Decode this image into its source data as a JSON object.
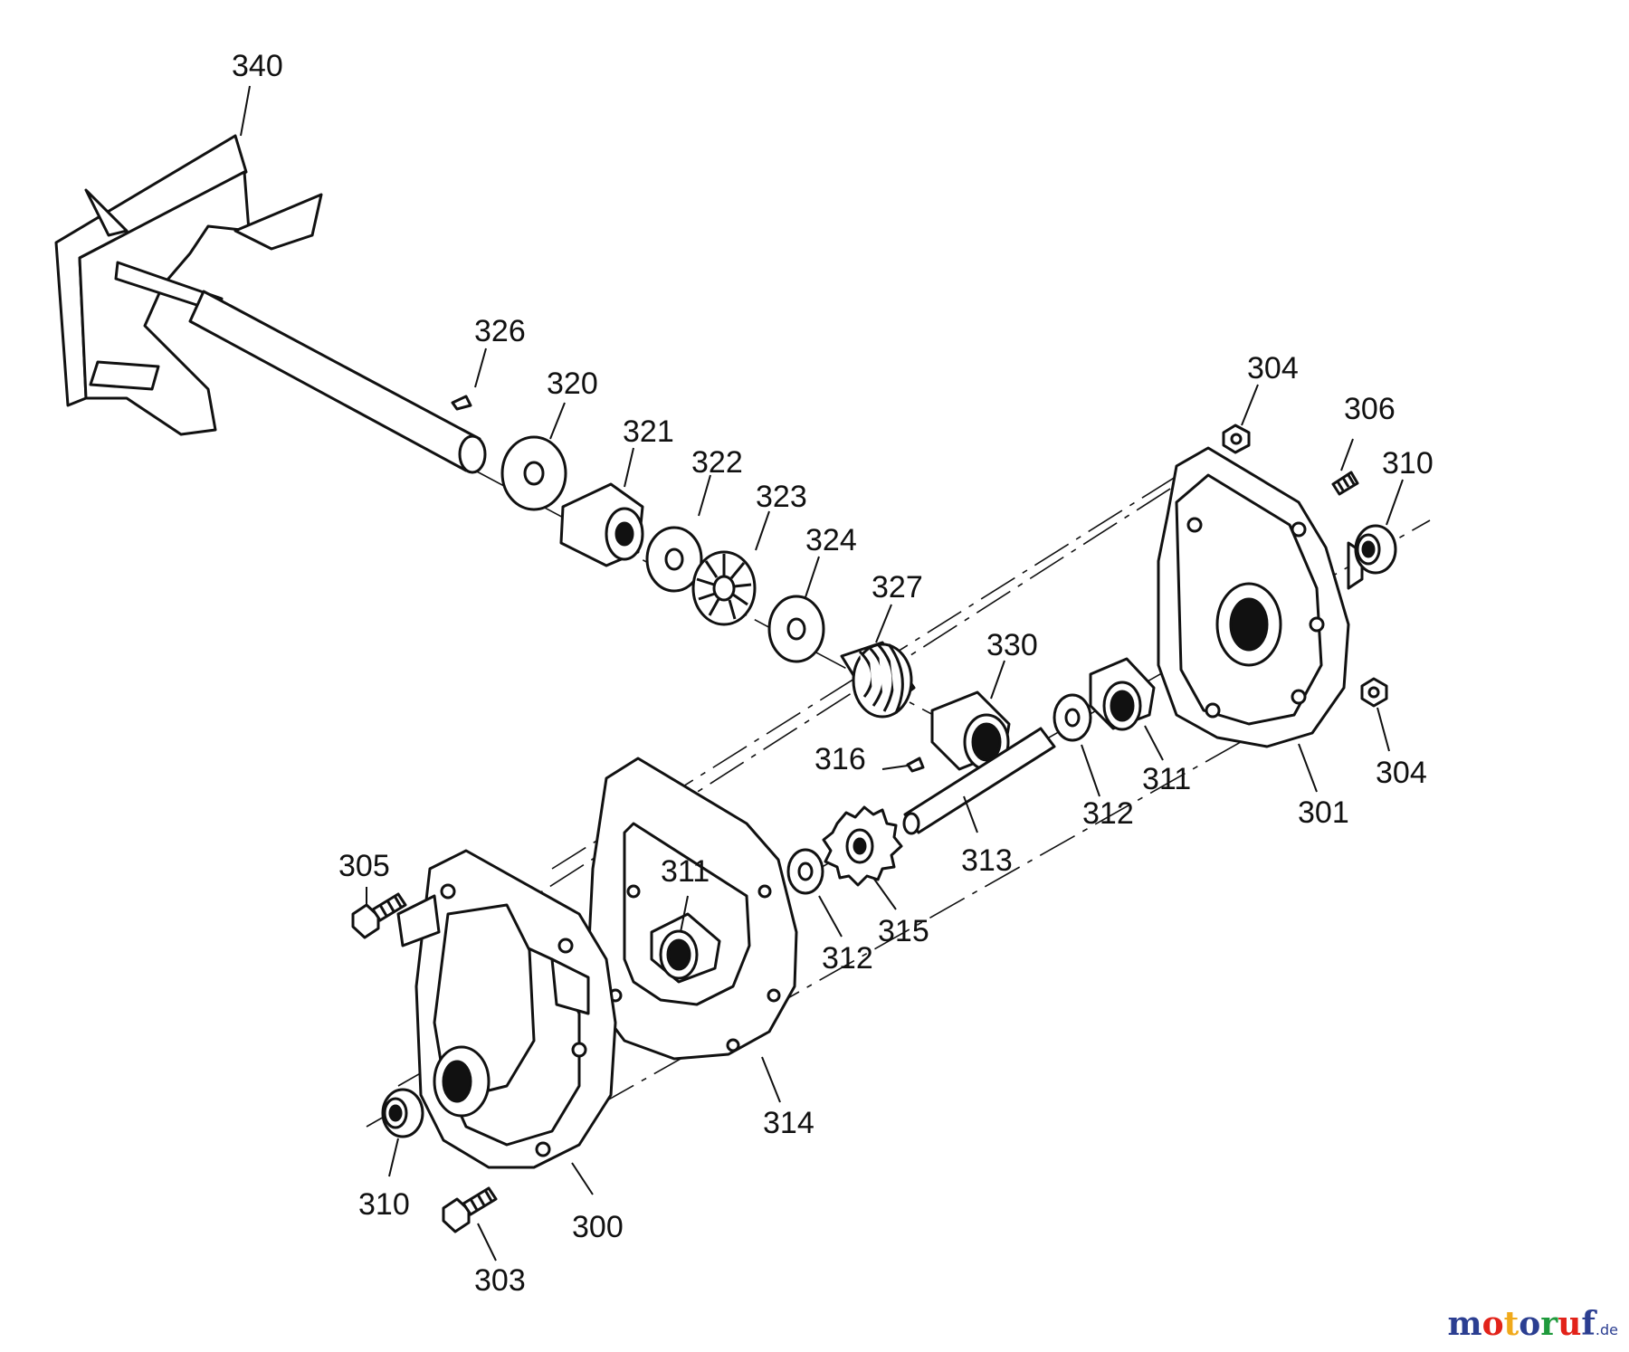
{
  "watermark": {
    "parts": [
      "m",
      "o",
      "t",
      "o",
      "r",
      "u",
      "f"
    ],
    "suffix": ".de",
    "colors": [
      "#2b3e91",
      "#e2231a",
      "#f0a91b",
      "#2b3e91",
      "#1f9a3c",
      "#e2231a",
      "#2b3e91"
    ]
  },
  "callouts": {
    "c340": "340",
    "c326": "326",
    "c320": "320",
    "c321": "321",
    "c322": "322",
    "c323": "323",
    "c324": "324",
    "c327": "327",
    "c330": "330",
    "c304a": "304",
    "c306": "306",
    "c310a": "310",
    "c304b": "304",
    "c301": "301",
    "c311a": "311",
    "c312a": "312",
    "c313": "313",
    "c316": "316",
    "c315": "315",
    "c312b": "312",
    "c311b": "311",
    "c305": "305",
    "c314": "314",
    "c310b": "310",
    "c300": "300",
    "c303": "303"
  }
}
